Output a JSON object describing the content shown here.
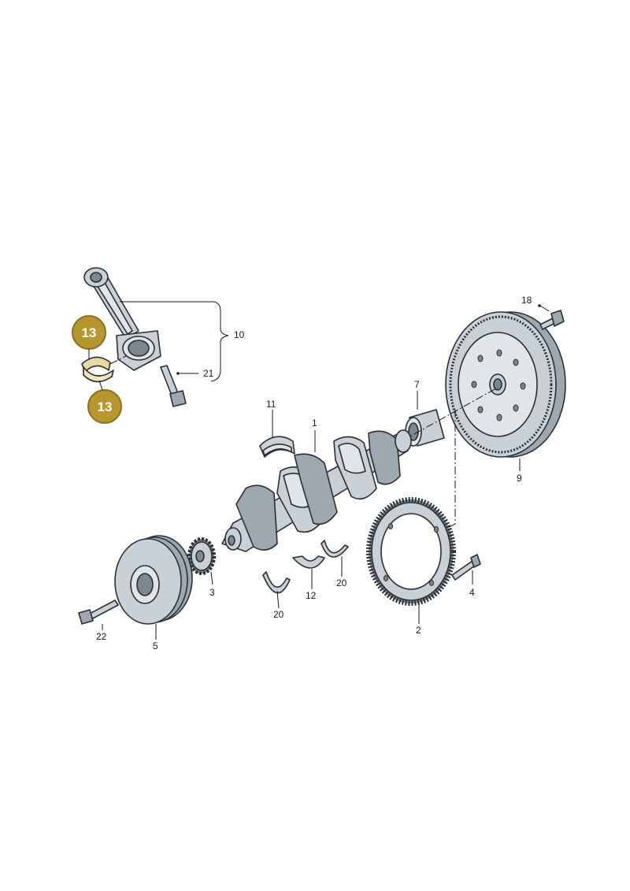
{
  "diagram": {
    "callouts": {
      "c1": "1",
      "c2": "2",
      "c3": "3",
      "c4": "4",
      "c5": "5",
      "c7": "7",
      "c9": "9",
      "c10": "10",
      "c11": "11",
      "c12": "12",
      "c18": "18",
      "c20a": "20",
      "c20b": "20",
      "c21": "21",
      "c22": "22"
    },
    "highlight": {
      "label_top": "13",
      "label_bottom": "13",
      "color": "#b8962e",
      "border": "#8a6f1e"
    }
  }
}
